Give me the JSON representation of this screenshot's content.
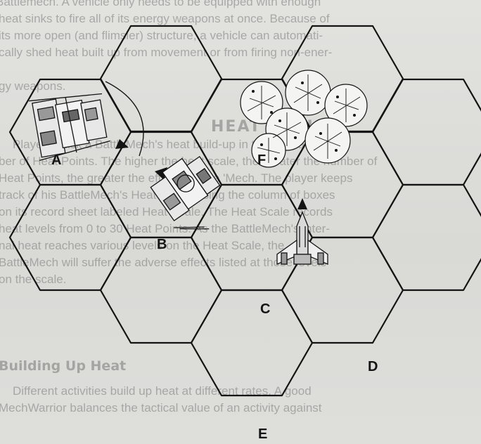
{
  "background_text": {
    "lines": [
      "Battlemech. A vehicle only needs to be equipped with enough",
      "heat sinks to fire all of its energy weapons at once. Because of",
      "its more open (and flimsier) structure, a vehicle can automati-",
      "cally shed heat built up from movement or from firing non-ener-",
      "gy weapons.",
      "",
      "",
      "Players track a BattleMech's heat build-up in terms of a num-",
      "ber of Heat Points. The higher the heat scale, the greater the number of",
      "Heat Points, the greater the effects on the 'Mech. The player keeps",
      "track of his BattleMech's Heat Points using the column of boxes",
      "on its record sheet labeled Heat Scale. The Heat Scale records",
      "heat levels from 0 to 30 Heat Points. As the BattleMech's inter-",
      "nal heat reaches various levels on the Heat Scale, the",
      "BattleMech will suffer the adverse effects listed at those levels",
      "on the scale.",
      "",
      "",
      "Different activities build up heat at different rates. A good",
      "MechWarrior balances the tactical value of an activity against"
    ],
    "heading_heat": "HEAT SCALE",
    "heading_building": "Building Up Heat"
  },
  "hex_labels": {
    "a": "A",
    "b": "B",
    "c": "C",
    "d": "D",
    "e": "E",
    "f": "F"
  },
  "colors": {
    "hex_line": "#141414",
    "label": "#141414",
    "faded_text": "#7a7a7a"
  },
  "icons": [
    "battlemech-a-icon",
    "battlemech-b-icon",
    "aerospace-fighter-c-icon",
    "woods-f-icon",
    "facing-arrow-icon"
  ]
}
